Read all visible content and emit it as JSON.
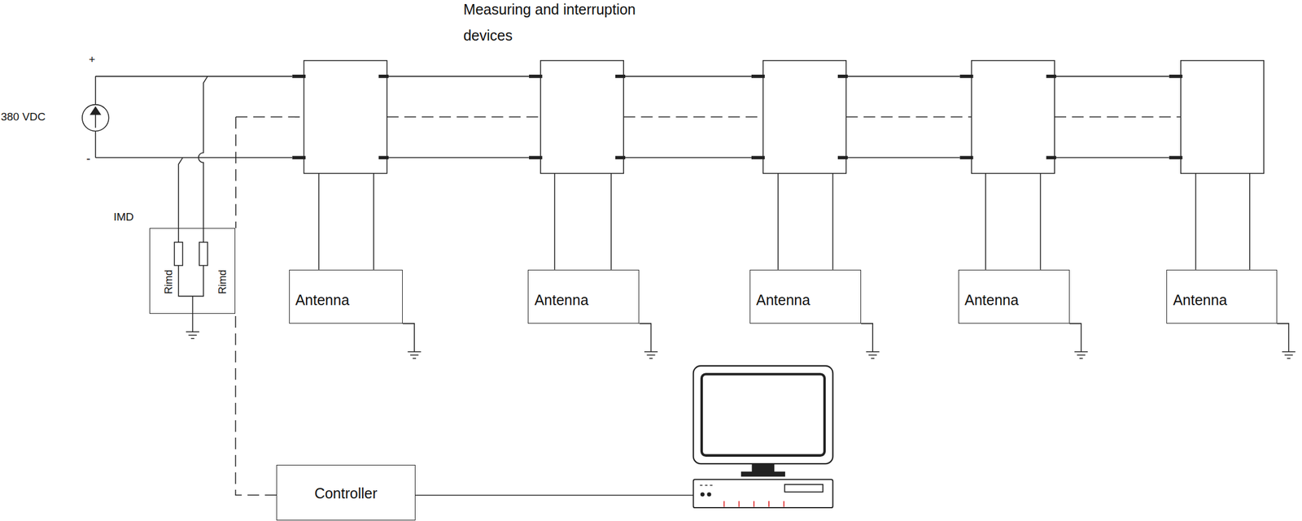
{
  "diagram": {
    "nodes": [
      {
        "text": [
          "IMD"
        ]
      },
      {
        "text": [
          "Antenna"
        ]
      },
      {
        "text": [
          "Antenna"
        ]
      },
      {
        "text": [
          "Antenna"
        ]
      },
      {
        "text": [
          "Antenna"
        ]
      },
      {
        "text": [
          "Antenna"
        ]
      },
      {
        "text": [
          "Controller"
        ]
      }
    ],
    "edges": [
      {
        "from": 6,
        "to": 0,
        "arrow": "none"
      }
    ],
    "labels": [
      "Measuring and interruption devices",
      "+",
      "-",
      "380 VDC",
      "Rimd",
      "Rimd"
    ]
  }
}
